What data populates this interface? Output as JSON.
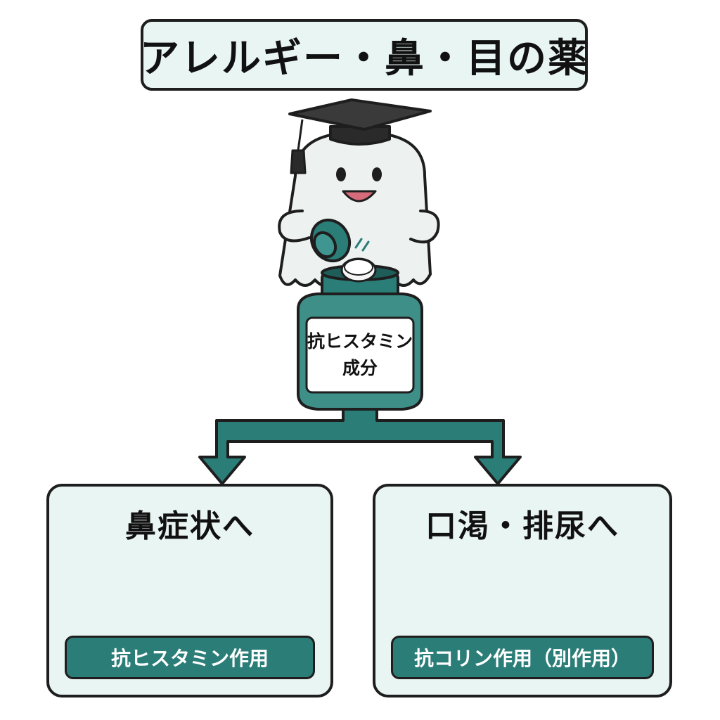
{
  "title": "アレルギー・鼻・目の薬",
  "bottle": {
    "label_line1": "抗ヒスタミン",
    "label_line2": "成分"
  },
  "left_panel": {
    "title": "鼻症状へ",
    "footer": "抗ヒスタミン作用",
    "icons": [
      "runny-nose-icon",
      "arrow-right-icon",
      "clear-nose-icon",
      "sparkle-icon"
    ]
  },
  "right_panel": {
    "title": "口渇・排尿へ",
    "footer": "抗コリン作用（別作用）",
    "icons": [
      "lips-icon",
      "drop-icon",
      "cactus-icon",
      "toilet-icon"
    ]
  },
  "colors": {
    "teal": "#2b7d78",
    "panel_bg": "#e9f5f3",
    "outline": "#1e1e1e",
    "lips": "#e48a96"
  }
}
